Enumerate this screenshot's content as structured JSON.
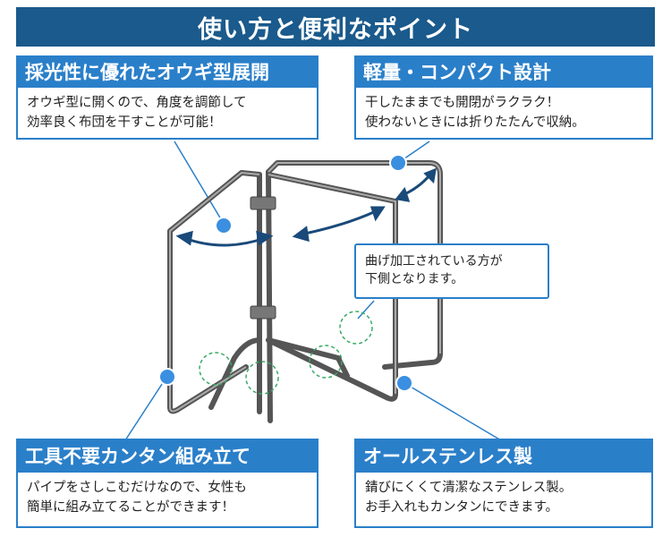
{
  "title": "使い方と便利なポイント",
  "features": {
    "top_left": {
      "heading": "採光性に優れたオウギ型展開",
      "lines": [
        "オウギ型に開くので、角度を調節して",
        "効率良く布団を干すことが可能！"
      ]
    },
    "top_right": {
      "heading": "軽量・コンパクト設計",
      "lines": [
        "干したままでも開閉がラクラク！",
        "使わないときには折りたたんで収納。"
      ]
    },
    "bottom_left": {
      "heading": "工具不要カンタン組み立て",
      "lines": [
        "パイプをさしこむだけなので、女性も",
        "簡単に組み立てることができます！"
      ]
    },
    "bottom_right": {
      "heading": "オールステンレス製",
      "lines": [
        "錆びにくくて清潔なステンレス製。",
        "お手入れもカンタンにできます。"
      ]
    }
  },
  "callout": {
    "lines": [
      "曲げ加工されている方が",
      "下側となります。"
    ]
  },
  "colors": {
    "title_bg": "#1a5a8c",
    "accent": "#2a7fc9",
    "dot": "#3a8fe0",
    "circle_marker": "#3aaa66",
    "frame": "#555555"
  }
}
